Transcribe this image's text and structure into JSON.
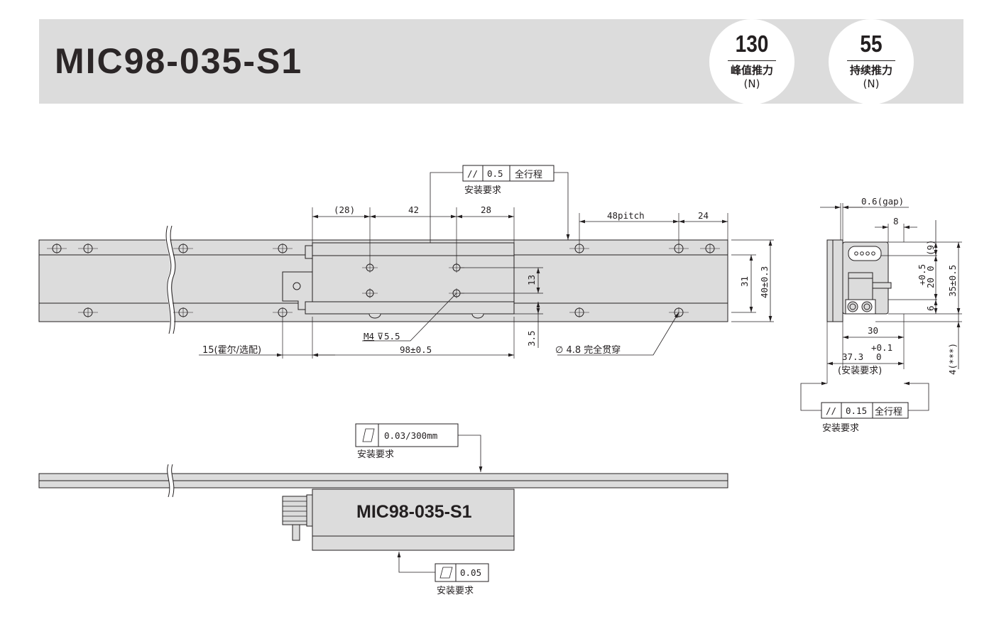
{
  "header": {
    "model": "MIC98-035-S1",
    "peak": {
      "value": "130",
      "label": "峰值推力",
      "unit": "(N)"
    },
    "continuous": {
      "value": "55",
      "label": "持续推力",
      "unit": "(N)"
    }
  },
  "top_view": {
    "parallel_tol": {
      "symbol": "//",
      "value": "0.5",
      "scope": "全行程",
      "note": "安装要求"
    },
    "dims": {
      "d28a": "(28)",
      "d42": "42",
      "d28b": "28",
      "pitch": "48pitch",
      "d24": "24",
      "d13": "13",
      "d31": "31",
      "d40": "40±0.3",
      "d35": "3.5",
      "m4": "M4",
      "m4_depth": "5.5",
      "d15": "15(霍尔/选配)",
      "d98": "98±0.5",
      "hole": "∅ 4.8 完全贯穿"
    }
  },
  "side_view": {
    "gap": "0.6(gap)",
    "d8": "8",
    "d9": "(9)",
    "d20": "20",
    "d20_tol_plus": "+0.5",
    "d20_tol_minus": "0",
    "d35": "35±0.5",
    "d6": "6",
    "d30": "30",
    "d373": "37.3",
    "d373_tol_plus": "+0.1",
    "d373_tol_minus": "0",
    "d373_note": "(安装要求)",
    "d4": "4(***)",
    "parallel_tol": {
      "symbol": "//",
      "value": "0.15",
      "scope": "全行程",
      "note": "安装要求"
    }
  },
  "front_view": {
    "label": "MIC98-035-S1",
    "flat_tol": {
      "value": "0.03/300mm",
      "note": "安装要求"
    },
    "flat_tol2": {
      "value": "0.05",
      "note": "安装要求"
    }
  }
}
